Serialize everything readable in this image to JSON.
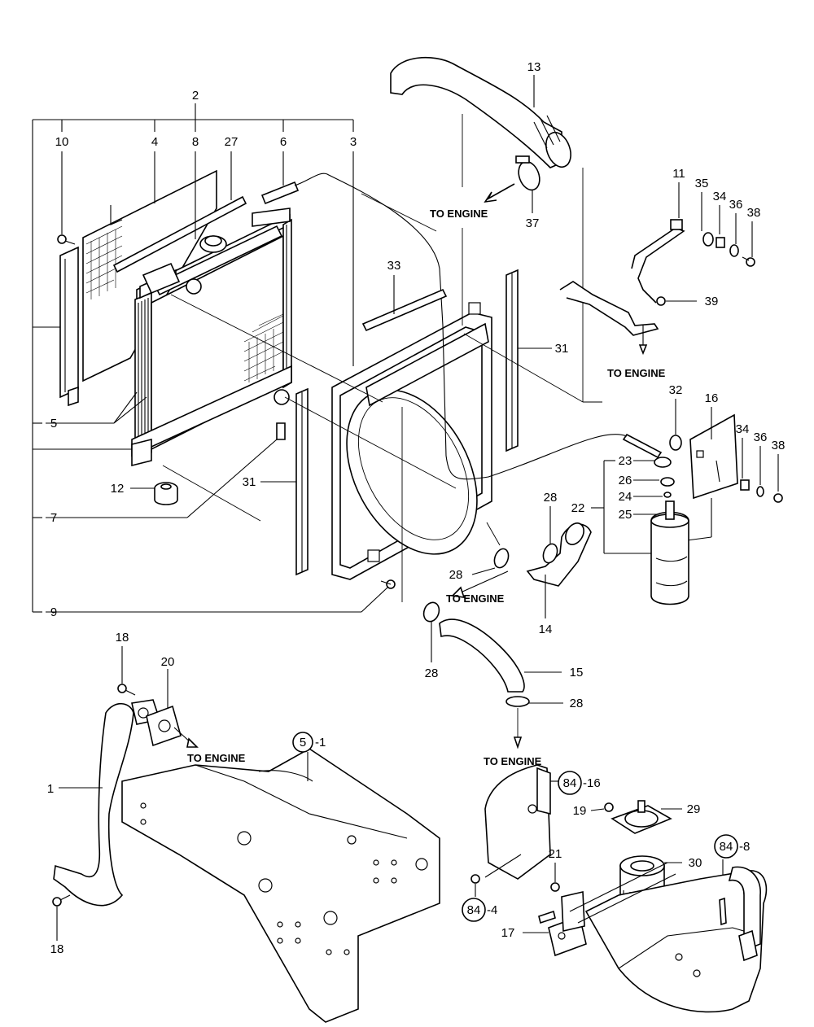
{
  "notes": {
    "to_engine_1": "TO ENGINE",
    "to_engine_2": "TO ENGINE",
    "to_engine_3": "TO ENGINE",
    "to_engine_4": "TO ENGINE",
    "to_engine_5": "TO ENGINE"
  },
  "callouts": {
    "c1": "1",
    "c2": "2",
    "c3": "3",
    "c4": "4",
    "c5": "5",
    "c6": "6",
    "c7": "7",
    "c8": "8",
    "c9": "9",
    "c10": "10",
    "c11": "11",
    "c12": "12",
    "c13": "13",
    "c14": "14",
    "c15": "15",
    "c16": "16",
    "c17": "17",
    "c18a": "18",
    "c18b": "18",
    "c19": "19",
    "c20": "20",
    "c21": "21",
    "c22": "22",
    "c23": "23",
    "c24": "24",
    "c25": "25",
    "c26": "26",
    "c27": "27",
    "c28a": "28",
    "c28b": "28",
    "c28c": "28",
    "c28d": "28",
    "c29": "29",
    "c30": "30",
    "c31a": "31",
    "c31b": "31",
    "c32": "32",
    "c33": "33",
    "c34a": "34",
    "c34b": "34",
    "c35": "35",
    "c36a": "36",
    "c36b": "36",
    "c37": "37",
    "c38a": "38",
    "c38b": "38",
    "c39": "39"
  },
  "refs": {
    "r5_num": "5",
    "r5_suffix": "-1",
    "r84a_num": "84",
    "r84a_suffix": "-16",
    "r84b_num": "84",
    "r84b_suffix": "-8",
    "r84c_num": "84",
    "r84c_suffix": "-4"
  }
}
